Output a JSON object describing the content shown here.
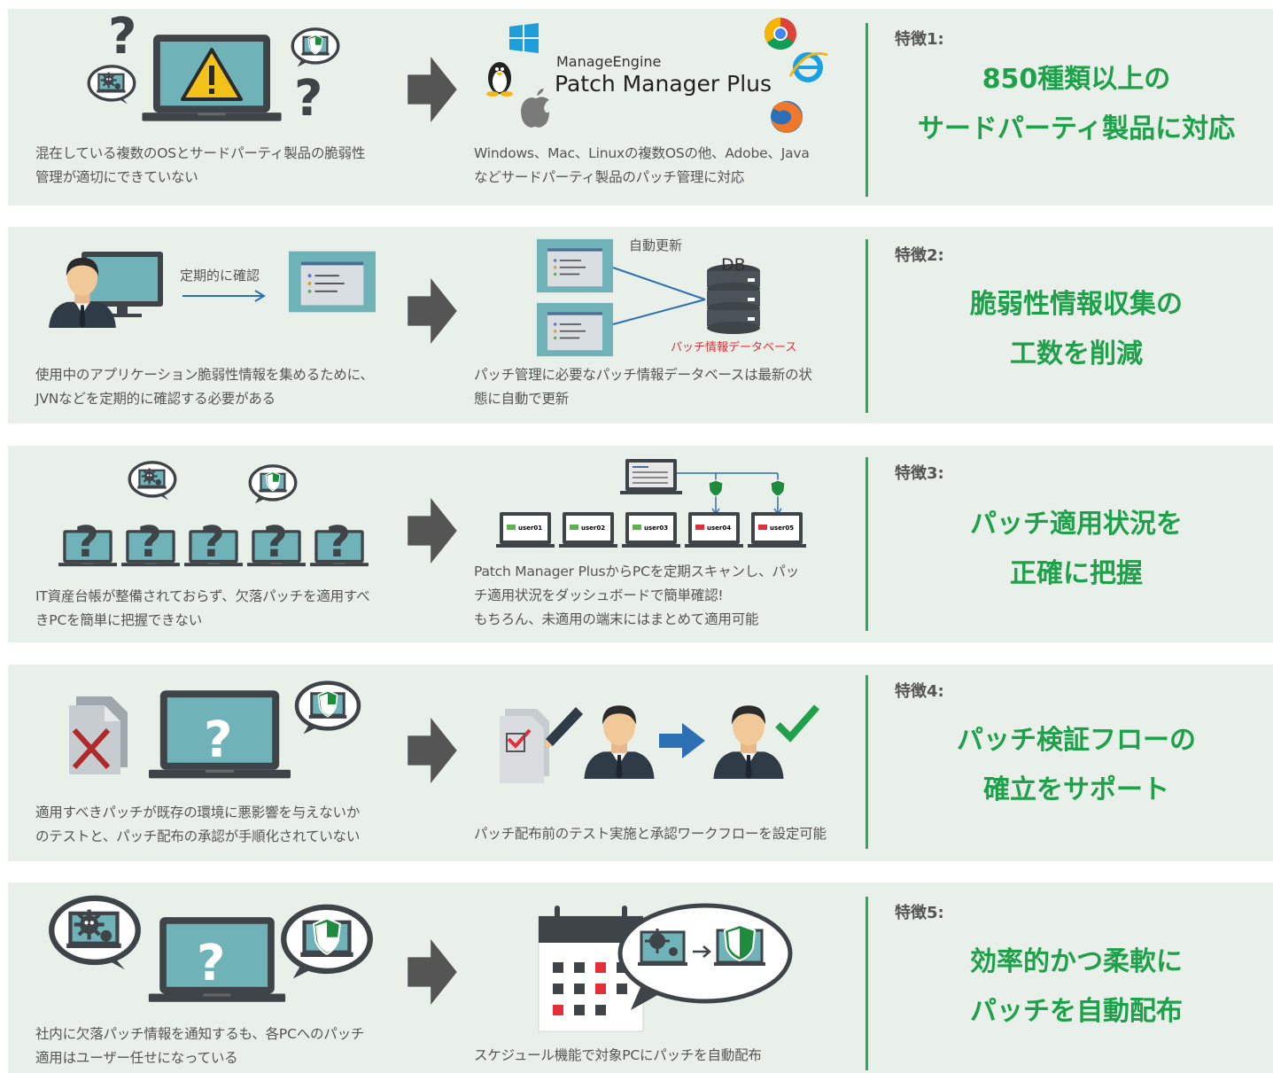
{
  "rows": [
    {
      "feature_label": "特徴1:",
      "title_lines": [
        "850種類以上の",
        "サードパーティ製品に対応"
      ],
      "problem_lines": [
        "混在している複数のOSとサードパーティ製品の脆弱性",
        "管理が適切にできていない"
      ],
      "solution_lines": [
        "Windows、Mac、Linuxの複数OSの他、Adobe、Java",
        "などサードパーティ製品のパッチ管理に対応"
      ],
      "logo_small": "ManageEngine",
      "logo_big": "Patch Manager Plus"
    },
    {
      "feature_label": "特徴2:",
      "title_lines": [
        "脆弱性情報収集の",
        "工数を削減"
      ],
      "problem_lines": [
        "使用中のアプリケーション脆弱性情報を集めるために、",
        "JVNなどを定期的に確認する必要がある"
      ],
      "solution_lines": [
        "パッチ管理に必要なパッチ情報データベースは最新の状",
        "態に自動で更新"
      ],
      "label_check": "定期的に確認",
      "label_auto": "自動更新",
      "label_db": "DB",
      "label_db_sub": "パッチ情報データベース"
    },
    {
      "feature_label": "特徴3:",
      "title_lines": [
        "パッチ適用状況を",
        "正確に把握"
      ],
      "problem_lines": [
        "IT資産台帳が整備されておらず、欠落パッチを適用すべ",
        "きPCを簡単に把握できない"
      ],
      "solution_lines": [
        "Patch Manager PlusからPCを定期スキャンし、パッ",
        "チ適用状況をダッシュボードで簡単確認!",
        "もちろん、未適用の端末にはまとめて適用可能"
      ],
      "users": [
        "user01",
        "user02",
        "user03",
        "user04",
        "user05"
      ]
    },
    {
      "feature_label": "特徴4:",
      "title_lines": [
        "パッチ検証フローの",
        "確立をサポート"
      ],
      "problem_lines": [
        "適用すべきパッチが既存の環境に悪影響を与えないか",
        "のテストと、パッチ配布の承認が手順化されていない"
      ],
      "solution_lines": [
        "パッチ配布前のテスト実施と承認ワークフローを設定可能"
      ]
    },
    {
      "feature_label": "特徴5:",
      "title_lines": [
        "効率的かつ柔軟に",
        "パッチを自動配布"
      ],
      "problem_lines": [
        "社内に欠落パッチ情報を通知するも、各PCへのパッチ",
        "適用はユーザー任せになっている"
      ],
      "solution_lines": [
        "スケジュール機能で対象PCにパッチを自動配布"
      ]
    }
  ],
  "colors": {
    "row_bg": "#e9efe9",
    "accent_green": "#1fa04a",
    "divider_green": "#2bab55",
    "screen_teal": "#6fb3b8",
    "laptop_dark": "#3e4448",
    "arrow_gray": "#555555",
    "text_gray": "#555555",
    "db_red": "#e1303a",
    "flow_blue": "#2c6fb3"
  },
  "icons": [
    "question-icon",
    "warning-icon",
    "virus-icon",
    "shield-icon",
    "windows-icon",
    "linux-icon",
    "apple-icon",
    "chrome-icon",
    "ie-icon",
    "firefox-icon",
    "database-icon",
    "person-icon",
    "checkmark-icon",
    "calendar-icon",
    "cross-icon",
    "arrow-right-icon"
  ]
}
